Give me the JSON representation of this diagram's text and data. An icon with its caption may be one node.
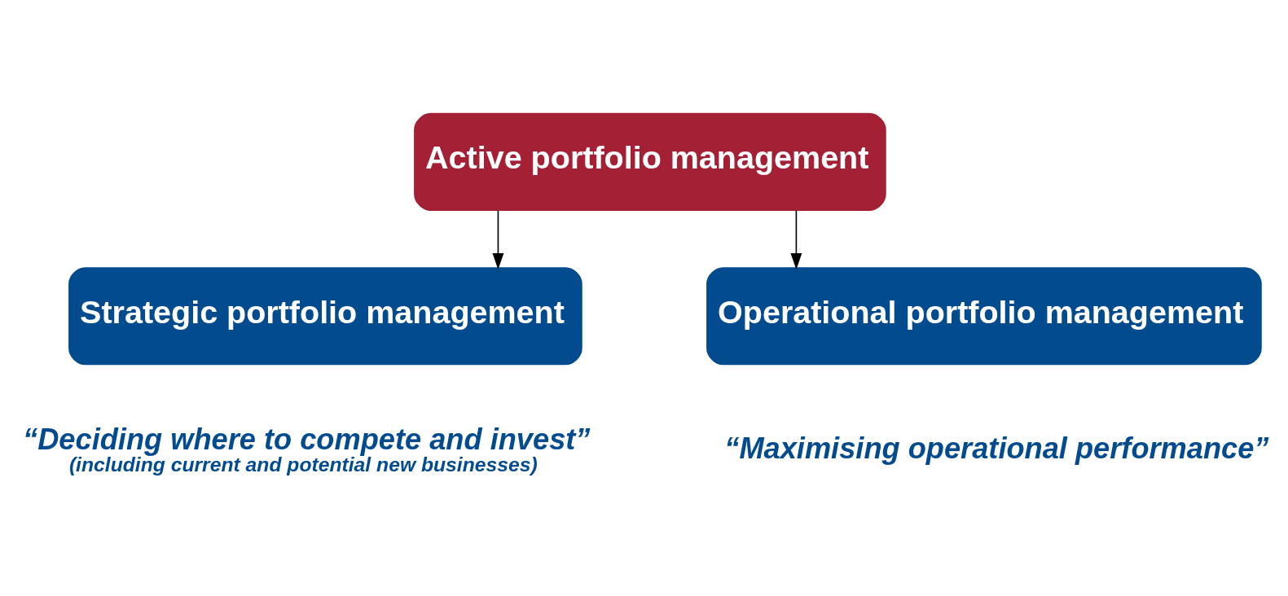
{
  "diagram": {
    "nodes": [
      {
        "text": [
          "Active portfolio management"
        ]
      },
      {
        "text": [
          "Strategic portfolio management"
        ],
        "beside": [
          "“Deciding where to compete and invest”",
          "(including current and potential new businesses)"
        ]
      },
      {
        "text": [
          "Operational portfolio management"
        ],
        "beside": [
          "“Maximising operational performance”"
        ]
      }
    ],
    "edges": [
      {
        "from": 0,
        "to": 1,
        "arrow": "to"
      },
      {
        "from": 0,
        "to": 2,
        "arrow": "to"
      }
    ]
  }
}
